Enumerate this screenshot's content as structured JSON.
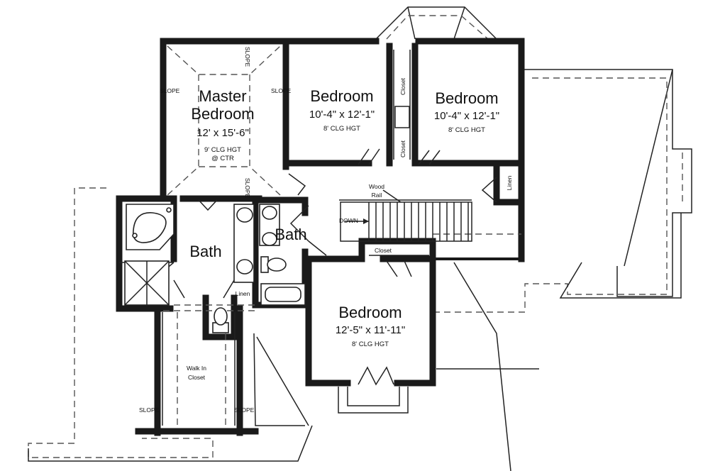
{
  "rooms": {
    "master_bedroom": {
      "name_line1": "Master",
      "name_line2": "Bedroom",
      "size": "12' x 15'-6\"",
      "ceiling_line1": "9' CLG HGT",
      "ceiling_line2": "@ CTR"
    },
    "bedroom_a": {
      "name": "Bedroom",
      "size": "10'-4\" x 12'-1\"",
      "ceiling": "8' CLG HGT"
    },
    "bedroom_b": {
      "name": "Bedroom",
      "size": "10'-4\" x 12'-1\"",
      "ceiling": "8' CLG HGT"
    },
    "bedroom_c": {
      "name": "Bedroom",
      "size": "12'-5\" x 11'-11\"",
      "ceiling": "8' CLG HGT"
    },
    "master_bath": {
      "name": "Bath"
    },
    "hall_bath": {
      "name": "Bath"
    },
    "walk_in_closet": {
      "line1": "Walk In",
      "line2": "Closet"
    }
  },
  "labels": {
    "closet": "Closet",
    "linen": "Linen",
    "slope": "SLOPE",
    "down": "DOWN",
    "wood_line1": "Wood",
    "wood_line2": "Rail"
  }
}
